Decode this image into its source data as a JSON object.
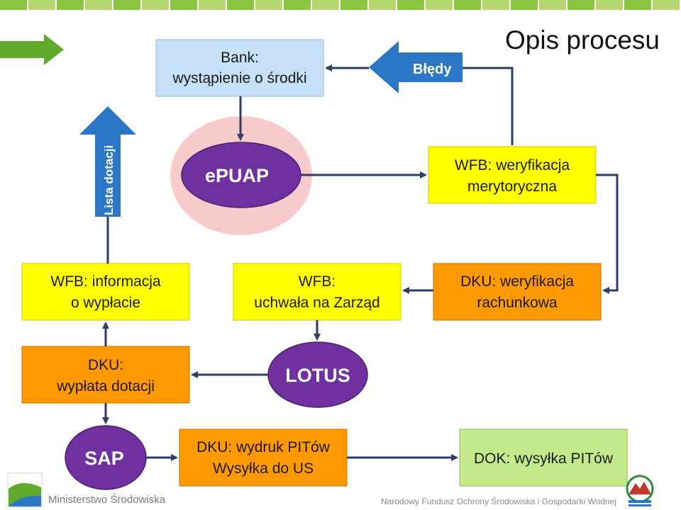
{
  "title": "Opis procesu",
  "nodes": {
    "bank": [
      "Bank:",
      "wystąpienie o środki"
    ],
    "epuap": "ePUAP",
    "bledy": "Błędy",
    "lista": "Lista dotacji",
    "wfb_weryfikacja": [
      "WFB: weryfikacja",
      "merytoryczna"
    ],
    "wfb_informacja": [
      "WFB: informacja",
      "o wypłacie"
    ],
    "wfb_uchwala": [
      "WFB:",
      "uchwała na Zarząd"
    ],
    "dku_weryfikacja": [
      "DKU: weryfikacja",
      "rachunkowa"
    ],
    "dku_wyplata": [
      "DKU:",
      "wypłata dotacji"
    ],
    "lotus": "LOTUS",
    "sap": "SAP",
    "dku_wydruk": [
      "DKU: wydruk PITów",
      "Wysyłka do US"
    ],
    "dok_wysylka": "DOK: wysyłka PITów"
  },
  "footer": {
    "left": "Ministerstwo Środowiska",
    "right": "Narodowy Fundusz Ochrony Środowiska i Gospodarki Wodnej"
  },
  "colors": {
    "blue_box": "#c6e0f8",
    "yellow_box": "#ffff00",
    "orange_box": "#ff9900",
    "green_box": "#c4ea8c",
    "purple": "#7030a0",
    "pink_halo": "#f7cbcb",
    "connector": "#2e3e6b",
    "accent_green": "#5faa2a",
    "arrow_blue": "#2b77c6"
  }
}
